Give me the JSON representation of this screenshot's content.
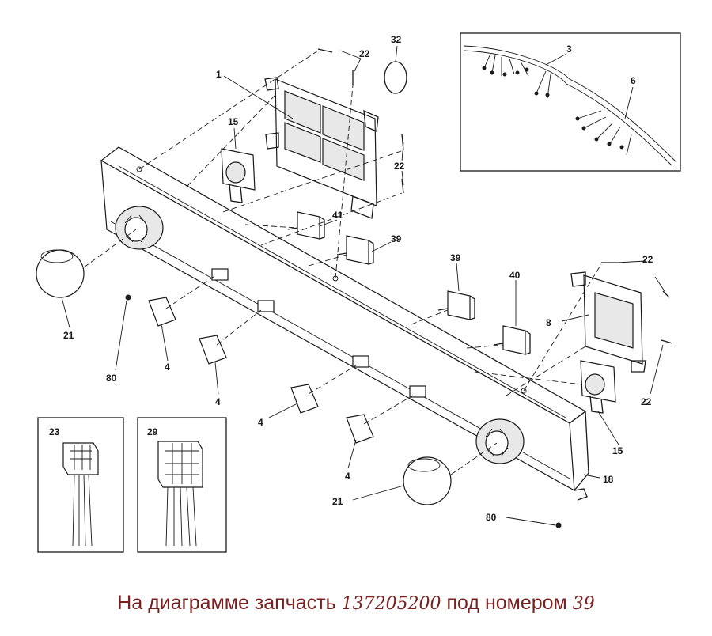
{
  "diagram": {
    "labels": {
      "l1": "1",
      "l22a": "22",
      "l32": "32",
      "l3": "3",
      "l6": "6",
      "l15a": "15",
      "l22b": "22",
      "l41": "41",
      "l39a": "39",
      "l39b": "39",
      "l40": "40",
      "l22c": "22",
      "l8": "8",
      "l22d": "22",
      "l15b": "15",
      "l18": "18",
      "l21a": "21",
      "l21b": "21",
      "l80a": "80",
      "l80b": "80",
      "l4a": "4",
      "l4b": "4",
      "l4c": "4",
      "l4d": "4",
      "l23": "23",
      "l29": "29"
    }
  },
  "caption": {
    "prefix": "На диаграмме запчасть",
    "part_number": "137205200",
    "middle": "под номером",
    "item_number": "39"
  }
}
